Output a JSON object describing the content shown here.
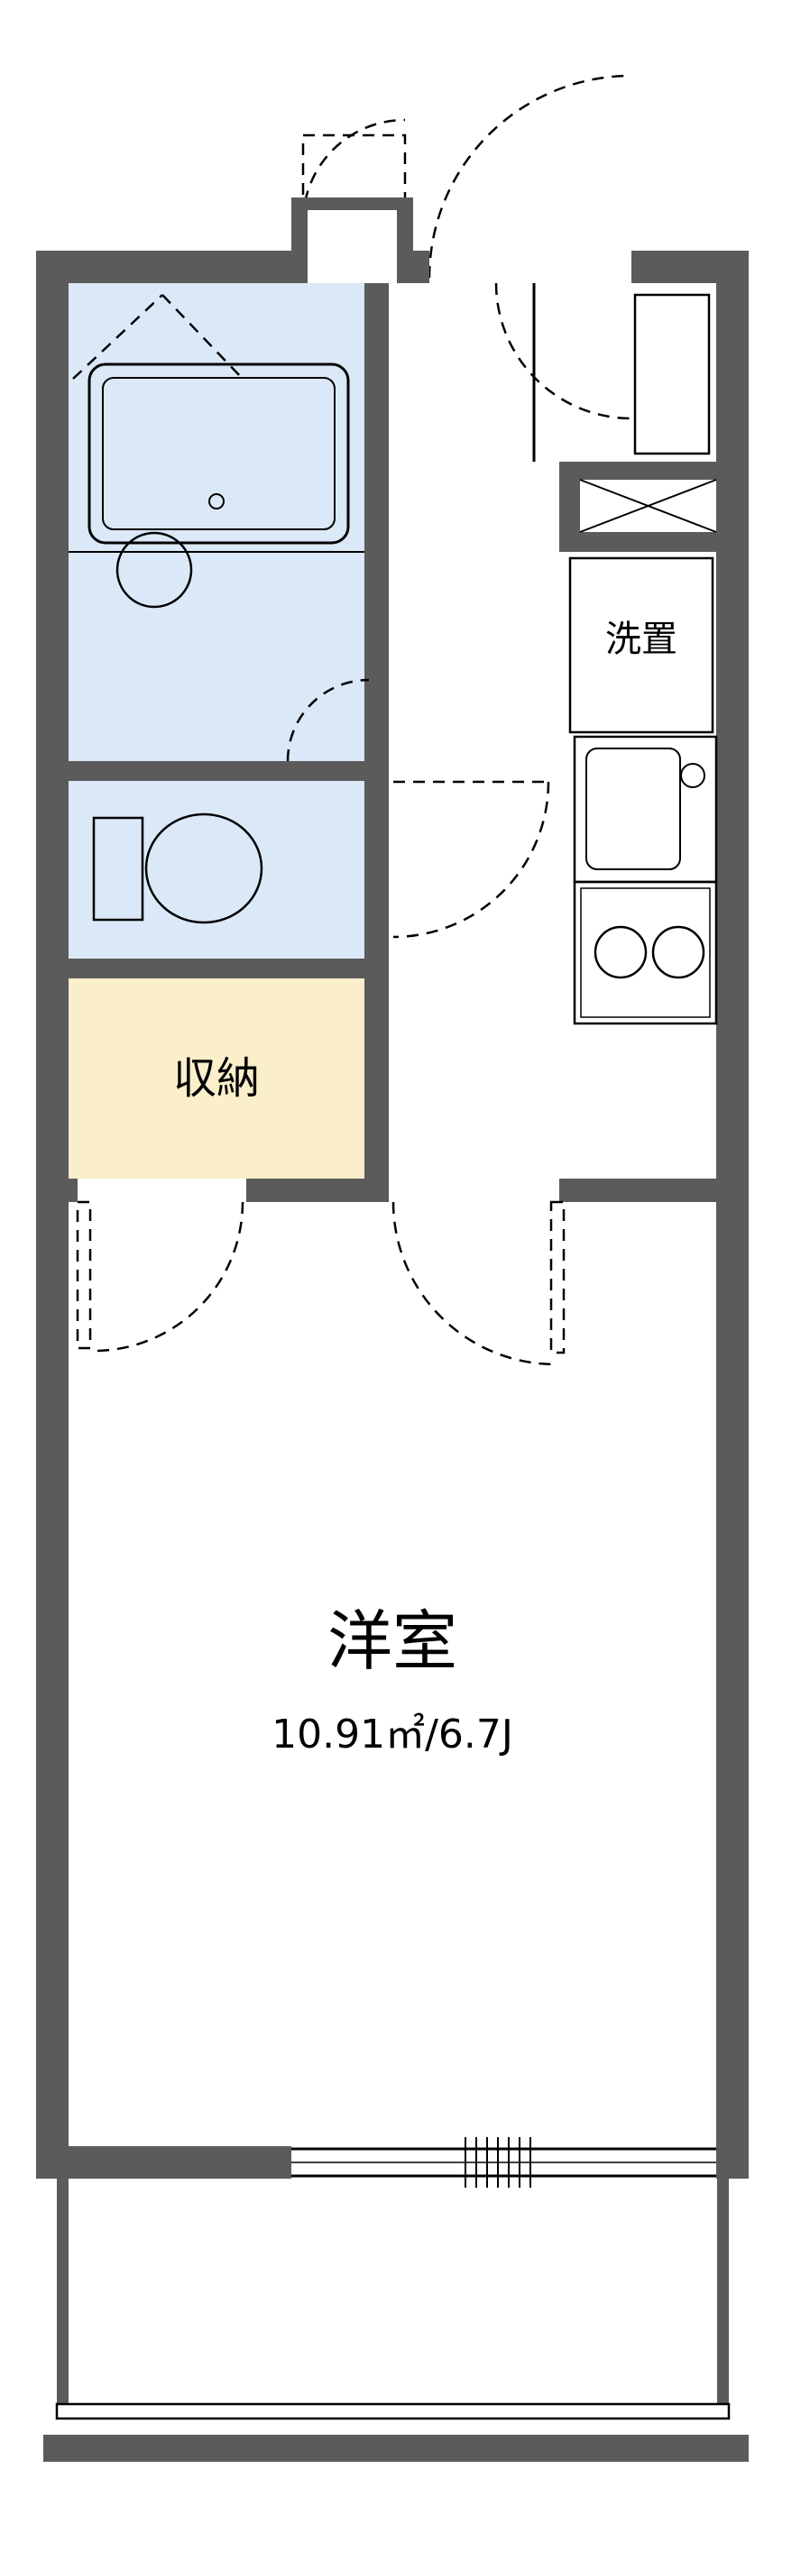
{
  "labels": {
    "laundry": "洗置",
    "storage": "収納",
    "room": "洋室",
    "room_size": "10.91㎡/6.7J"
  },
  "colors": {
    "wall": "#5b5b5b",
    "wet_area": "#dbe8f8",
    "bathtub": "#cfe2f6",
    "fixture_light": "#f4f8fd",
    "storage_cream": "#faeecb",
    "line": "#000000",
    "background": "#ffffff"
  }
}
